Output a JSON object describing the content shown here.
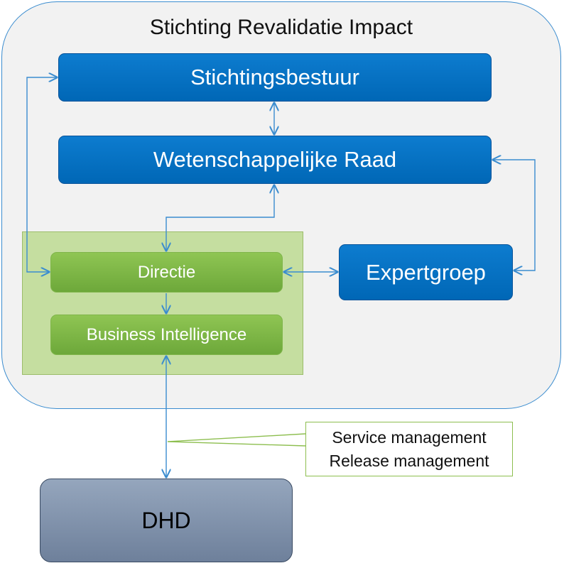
{
  "diagram": {
    "title": "Stichting Revalidatie Impact",
    "nodes": {
      "bestuur": "Stichtingsbestuur",
      "raad": "Wetenschappelijke Raad",
      "directie": "Directie",
      "bi": "Business Intelligence",
      "expertgroep": "Expertgroep",
      "dhd": "DHD"
    },
    "note": {
      "line1": "Service management",
      "line2": "Release management"
    },
    "colors": {
      "blue_node": "#0b75c9",
      "green_node": "#7ab648",
      "green_zone": "#c5dea0",
      "dhd_node": "#8293ad",
      "connector": "#3a8ccf",
      "container_bg": "#f2f2f2"
    }
  }
}
